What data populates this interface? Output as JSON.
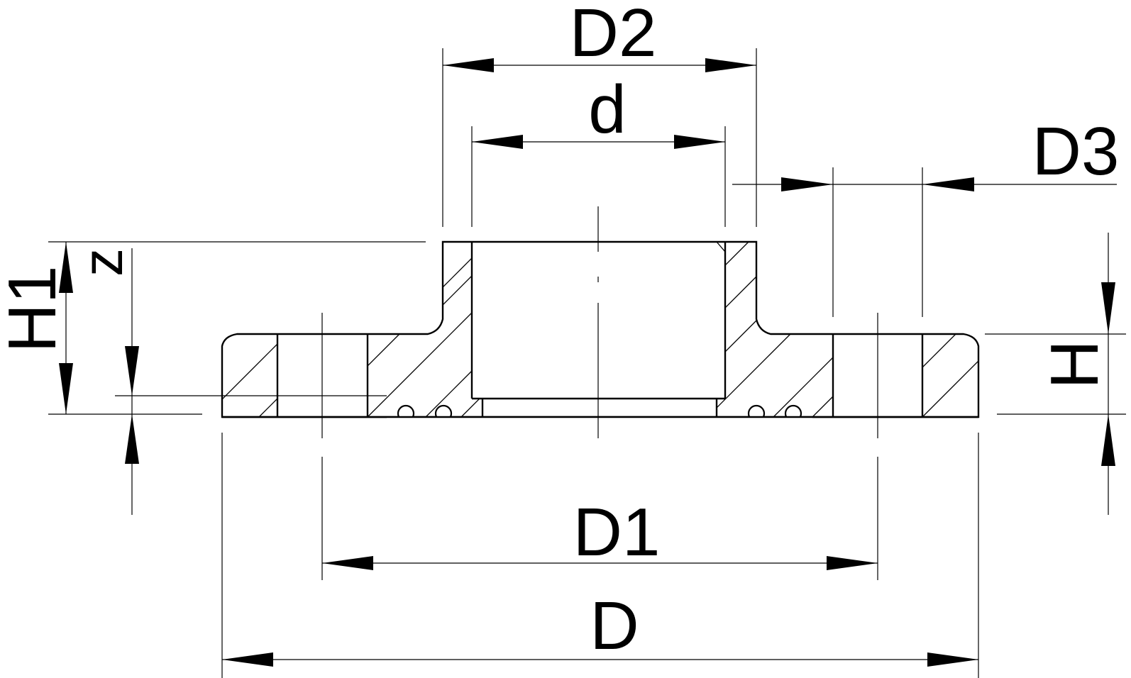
{
  "labels": {
    "D2": "D2",
    "d": "d",
    "D3": "D3",
    "H1": "H1",
    "z": "z",
    "H": "H",
    "D1": "D1",
    "D": "D"
  },
  "colors": {
    "line": "#000000",
    "background": "#ffffff"
  }
}
